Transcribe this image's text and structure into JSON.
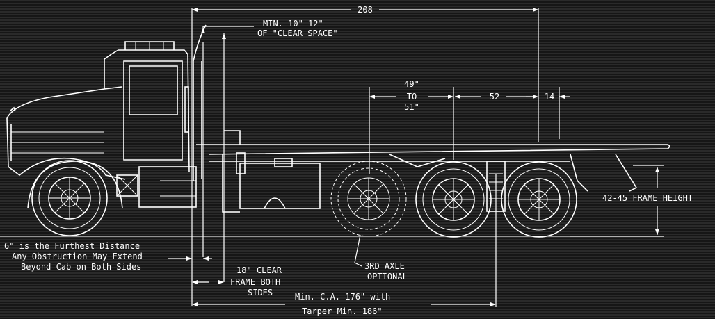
{
  "brand": {
    "logo_fragment": "",
    "color": "#e00000"
  },
  "dimensions": {
    "overall": "208",
    "axle_spread_1": "49\"",
    "axle_spread_2": "TO",
    "axle_spread_3": "51\"",
    "center_spacing": "52",
    "rear_overhang": "14"
  },
  "notes": {
    "clear_space_1": "MIN. 10\"-12\"",
    "clear_space_2": "OF \"CLEAR SPACE\"",
    "obstruction_1": "6\" is the Furthest Distance",
    "obstruction_2": "Any Obstruction May Extend",
    "obstruction_3": "Beyond Cab on Both Sides",
    "clear_frame_1": "18\" CLEAR",
    "clear_frame_2": "FRAME BOTH",
    "clear_frame_3": "SIDES",
    "axle_note_1": "3RD AXLE",
    "axle_note_2": "OPTIONAL",
    "ca_1": "Min. C.A. 176\" with",
    "ca_2": "Tarper Min. 186\"",
    "frame_height": "42-45 FRAME HEIGHT"
  },
  "colors": {
    "line": "#ffffff",
    "background": "#1c1c1c"
  }
}
